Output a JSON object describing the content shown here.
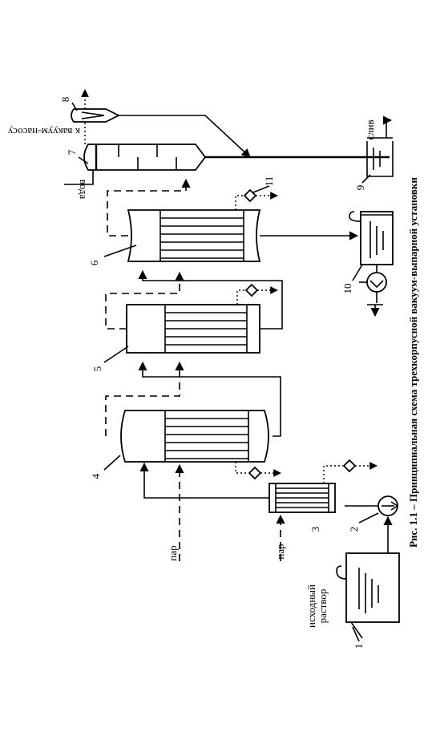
{
  "caption": "Рис. 1.1 – Принципиальная схема трехкорпусной вакуум-выпарной установки",
  "labels": {
    "source_solution_line1": "исходный",
    "source_solution_line2": "раствор",
    "steam_1": "пар",
    "steam_2": "пар",
    "water": "вода",
    "to_vacuum_pump": "к вакуум-насосу",
    "drain": "слив"
  },
  "numbers": {
    "n1": "1",
    "n2": "2",
    "n3": "3",
    "n4": "4",
    "n5": "5",
    "n6": "6",
    "n7": "7",
    "n8": "8",
    "n9": "9",
    "n10": "10",
    "n11": "11"
  }
}
